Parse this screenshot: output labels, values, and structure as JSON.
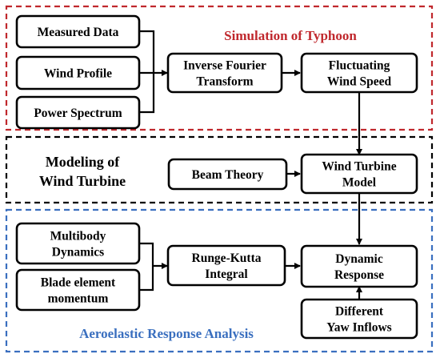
{
  "diagram": {
    "sections": {
      "typhoon": {
        "title": "Simulation of Typhoon",
        "color": "#c0282d"
      },
      "turbine": {
        "title_line1": "Modeling of",
        "title_line2": "Wind Turbine",
        "color": "#000000"
      },
      "aero": {
        "title": "Aeroelastic Response Analysis",
        "color": "#3a6fbf"
      }
    },
    "nodes": {
      "measured_data": {
        "lines": [
          "Measured Data"
        ]
      },
      "wind_profile": {
        "lines": [
          "Wind Profile"
        ]
      },
      "power_spectrum": {
        "lines": [
          "Power Spectrum"
        ]
      },
      "inverse_fourier": {
        "lines": [
          "Inverse Fourier",
          "Transform"
        ]
      },
      "fluctuating_wind": {
        "lines": [
          "Fluctuating",
          "Wind Speed"
        ]
      },
      "beam_theory": {
        "lines": [
          "Beam Theory"
        ]
      },
      "wind_turbine_model": {
        "lines": [
          "Wind Turbine",
          "Model"
        ]
      },
      "multibody": {
        "lines": [
          "Multibody",
          "Dynamics"
        ]
      },
      "blade_element": {
        "lines": [
          "Blade element",
          "momentum"
        ]
      },
      "runge_kutta": {
        "lines": [
          "Runge-Kutta",
          "Integral"
        ]
      },
      "dynamic_response": {
        "lines": [
          "Dynamic",
          "Response"
        ]
      },
      "yaw_inflows": {
        "lines": [
          "Different",
          "Yaw Inflows"
        ]
      }
    }
  }
}
